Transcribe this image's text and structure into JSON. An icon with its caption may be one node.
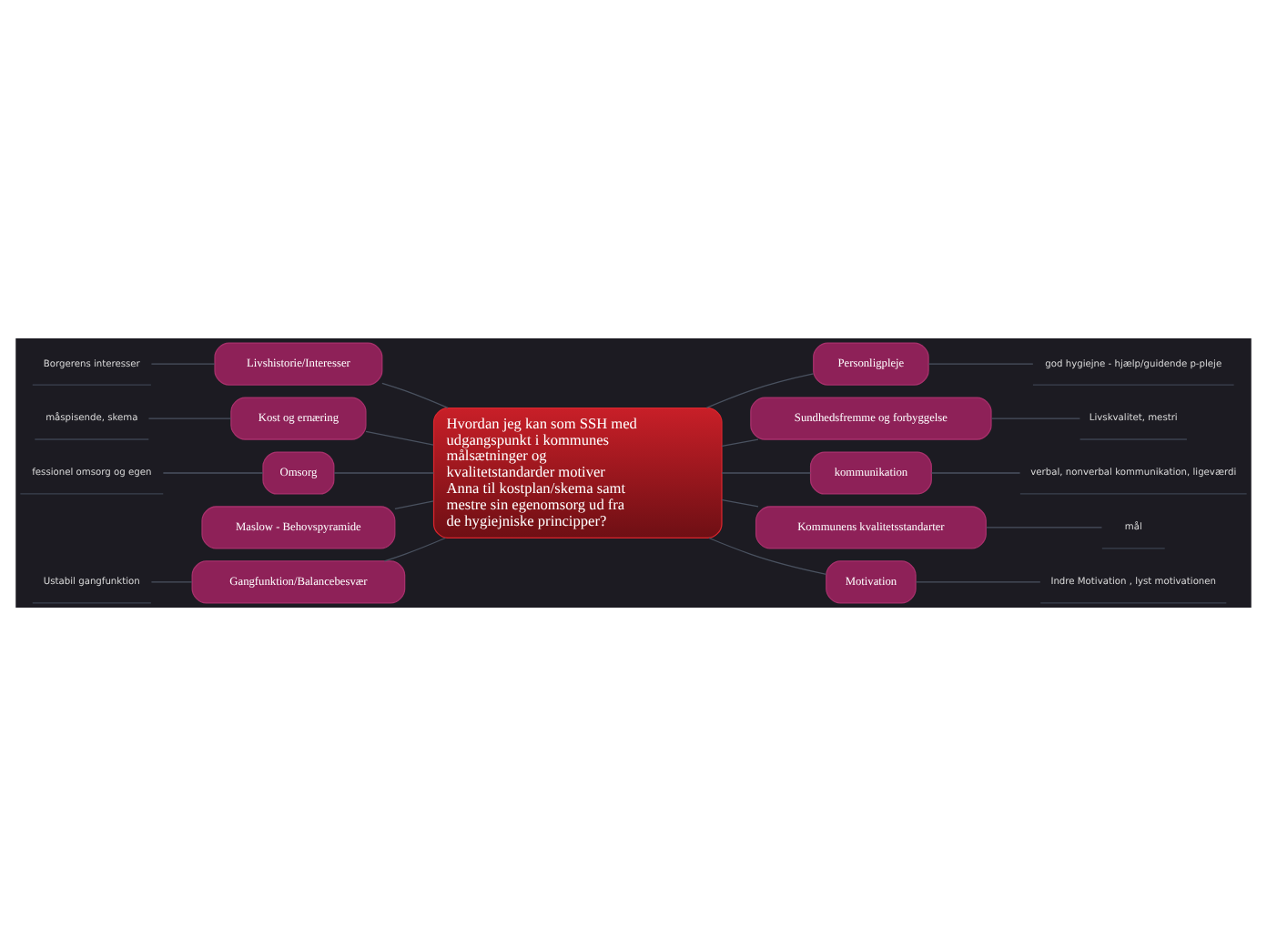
{
  "diagram": {
    "nodes": [
      {
        "text": [
          "Hvordan jeg kan som SSH med udgangspunkt i kommunes målsætninger og kvalitetstandarder motiver Anna til kostplan/skema samt mestre sin egenomsorg ud fra de hygiejniske principper?"
        ]
      },
      {
        "text": [
          "Livshistorie/Interesser"
        ]
      },
      {
        "text": [
          "Borgerens interesser"
        ]
      },
      {
        "text": [
          "Kost og ernæring"
        ]
      },
      {
        "text": [
          "måspisende, skema"
        ]
      },
      {
        "text": [
          "Omsorg"
        ]
      },
      {
        "text": [
          "fessionel omsorg og egen"
        ]
      },
      {
        "text": [
          "Maslow - Behovspyramide"
        ]
      },
      {
        "text": [
          "Gangfunktion/Balancebesvær"
        ]
      },
      {
        "text": [
          "Ustabil gangfunktion"
        ]
      },
      {
        "text": [
          "Personligpleje"
        ]
      },
      {
        "text": [
          "god hygiejne - hjælp/guidende p-pleje"
        ]
      },
      {
        "text": [
          "Sundhedsfremme og forbyggelse"
        ]
      },
      {
        "text": [
          "Livskvalitet, mestri"
        ]
      },
      {
        "text": [
          "kommunikation"
        ]
      },
      {
        "text": [
          "verbal, nonverbal kommunikation, ligeværdi"
        ]
      },
      {
        "text": [
          "Kommunens kvalitetsstandarter"
        ]
      },
      {
        "text": [
          "mål"
        ]
      },
      {
        "text": [
          "Motivation"
        ]
      },
      {
        "text": [
          "Indre Motivation , lyst motivationen"
        ]
      }
    ],
    "edges": [
      {
        "from": 1,
        "to": 0,
        "arrow": "none"
      },
      {
        "from": 2,
        "to": 1,
        "arrow": "none"
      },
      {
        "from": 3,
        "to": 0,
        "arrow": "none"
      },
      {
        "from": 4,
        "to": 3,
        "arrow": "none"
      },
      {
        "from": 5,
        "to": 0,
        "arrow": "none"
      },
      {
        "from": 6,
        "to": 5,
        "arrow": "none"
      },
      {
        "from": 7,
        "to": 0,
        "arrow": "none"
      },
      {
        "from": 8,
        "to": 0,
        "arrow": "none"
      },
      {
        "from": 9,
        "to": 8,
        "arrow": "none"
      },
      {
        "from": 0,
        "to": 10,
        "arrow": "none"
      },
      {
        "from": 10,
        "to": 11,
        "arrow": "none"
      },
      {
        "from": 0,
        "to": 12,
        "arrow": "none"
      },
      {
        "from": 12,
        "to": 13,
        "arrow": "none"
      },
      {
        "from": 0,
        "to": 14,
        "arrow": "none"
      },
      {
        "from": 14,
        "to": 15,
        "arrow": "none"
      },
      {
        "from": 0,
        "to": 16,
        "arrow": "none"
      },
      {
        "from": 16,
        "to": 17,
        "arrow": "none"
      },
      {
        "from": 0,
        "to": 18,
        "arrow": "none"
      },
      {
        "from": 18,
        "to": 19,
        "arrow": "none"
      }
    ]
  }
}
